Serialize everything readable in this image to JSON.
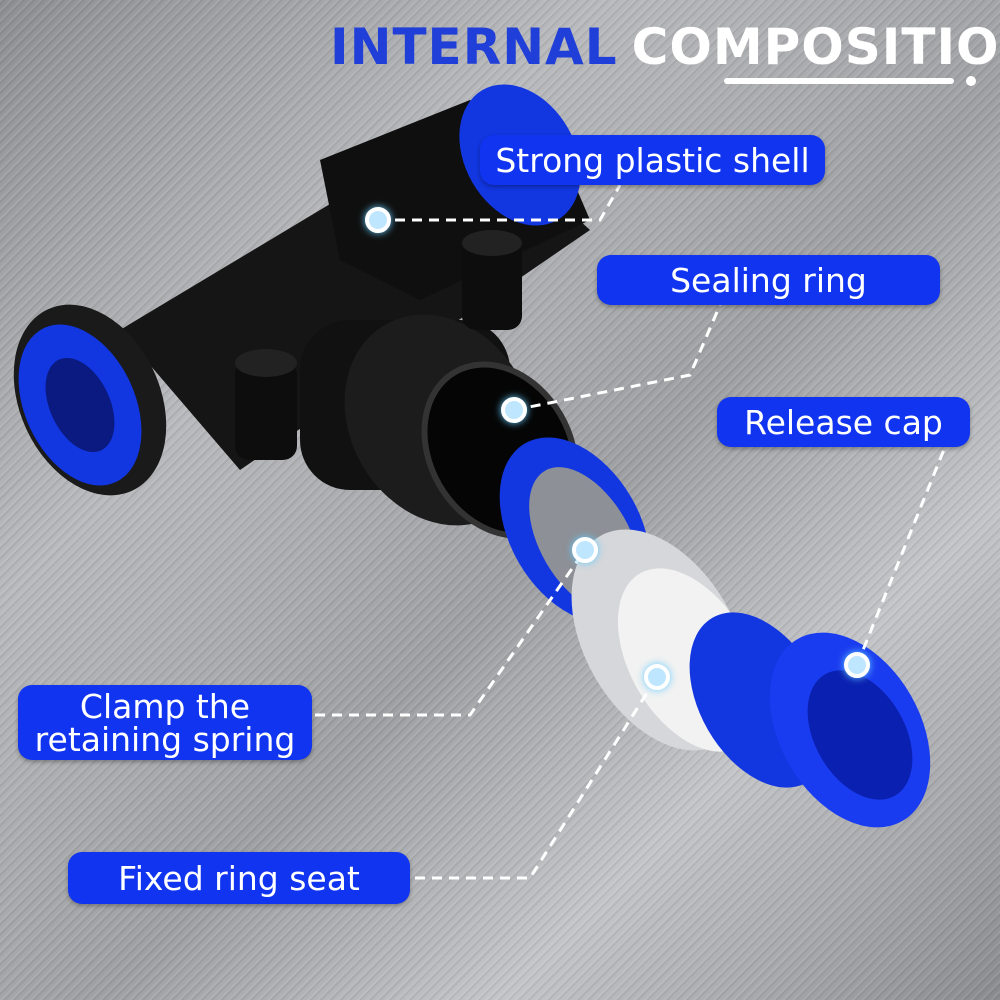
{
  "title": {
    "part1": "INTERNAL",
    "part2": "COMPOSITION"
  },
  "labels": {
    "shell": "Strong plastic shell",
    "sealing": "Sealing ring",
    "release": "Release cap",
    "clamp_line1": "Clamp the",
    "clamp_line2": "retaining spring",
    "seat": "Fixed ring seat"
  },
  "colors": {
    "accent": "#1034f0",
    "title_blue": "#1f3fd8"
  }
}
